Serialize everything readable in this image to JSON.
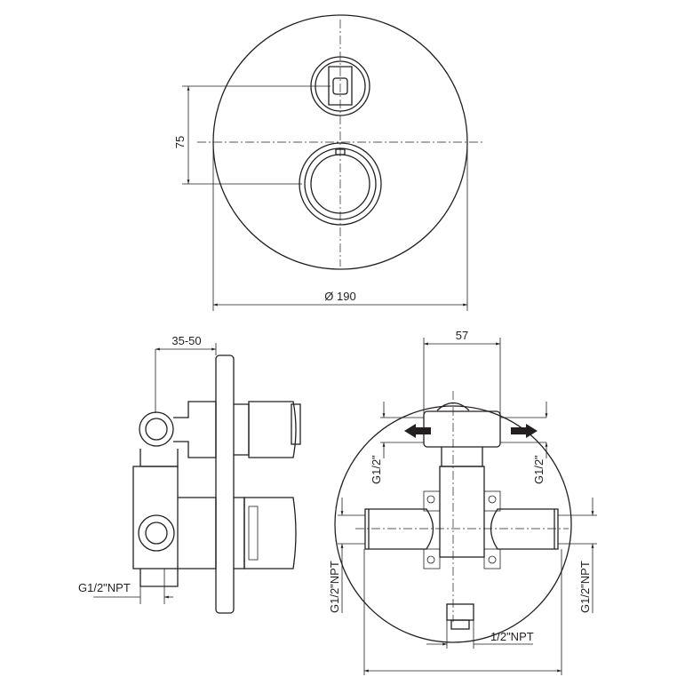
{
  "top_view": {
    "height_dim": "75",
    "diameter_dim": "Ø 190"
  },
  "side_view": {
    "depth_dim": "35-50",
    "inlet_label": "G1/2\"NPT"
  },
  "front_view": {
    "width_dim": "57",
    "outlet_left": "G1/2\"",
    "outlet_right": "G1/2\"",
    "inlet_left": "G1/2\"NPT",
    "inlet_right": "G1/2\"NPT",
    "bottom_outlet": "1/2\"NPT"
  }
}
